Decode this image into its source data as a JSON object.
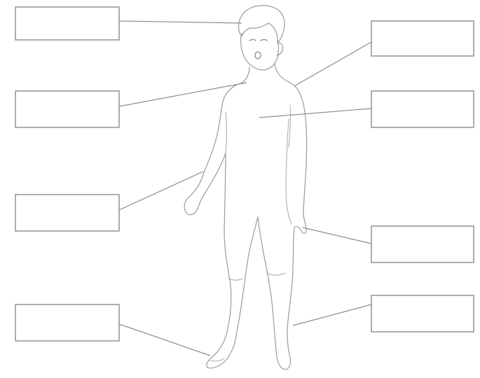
{
  "colors": {
    "box_border": "#8a8a8a",
    "line": "#8c8c8c",
    "outline": "#9a9a9a"
  },
  "labels": [
    {
      "id": "left-1",
      "text": ""
    },
    {
      "id": "left-2",
      "text": ""
    },
    {
      "id": "left-3",
      "text": ""
    },
    {
      "id": "left-4",
      "text": ""
    },
    {
      "id": "right-1",
      "text": ""
    },
    {
      "id": "right-2",
      "text": ""
    },
    {
      "id": "right-3",
      "text": ""
    },
    {
      "id": "right-4",
      "text": ""
    }
  ]
}
